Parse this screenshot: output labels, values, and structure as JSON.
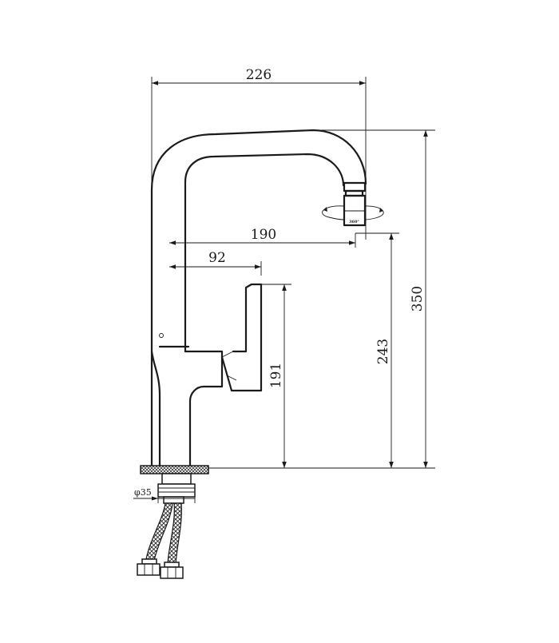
{
  "dimensions": {
    "overall_width": "226",
    "spout_reach": "190",
    "handle_reach": "92",
    "overall_height": "350",
    "spout_height": "243",
    "body_height": "191",
    "base_diameter": "φ35",
    "swivel_angle": "360°"
  },
  "colors": {
    "line": "#1a1a1a",
    "background": "#ffffff"
  }
}
